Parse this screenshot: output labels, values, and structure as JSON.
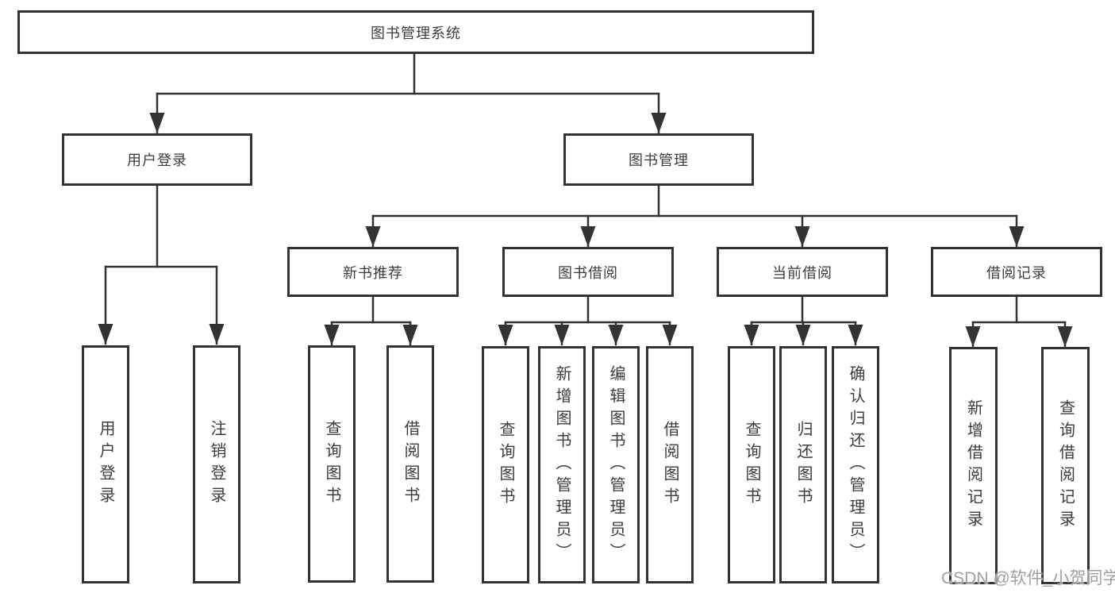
{
  "tree": {
    "root": "图书管理系统",
    "branches": [
      {
        "label": "用户登录",
        "children": [
          "用户登录",
          "注销登录"
        ]
      },
      {
        "label": "图书管理",
        "children": [
          {
            "label": "新书推荐",
            "children": [
              "查询图书",
              "借阅图书"
            ]
          },
          {
            "label": "图书借阅",
            "children": [
              "查询图书",
              "新增图书（管理员）",
              "编辑图书（管理员）",
              "借阅图书"
            ]
          },
          {
            "label": "当前借阅",
            "children": [
              "查询图书",
              "归还图书",
              "确认归还（管理员）"
            ]
          },
          {
            "label": "借阅记录",
            "children": [
              "新增借阅记录",
              "查询借阅记录"
            ]
          }
        ]
      }
    ]
  },
  "watermark": "CSDN @软件_小贺同学",
  "colors": {
    "line": "#333333",
    "box_border": "#333333",
    "box_fill": "#ffffff",
    "text": "#3c3c3c",
    "watermark": "#a0a0a0",
    "background": "#ffffff"
  }
}
